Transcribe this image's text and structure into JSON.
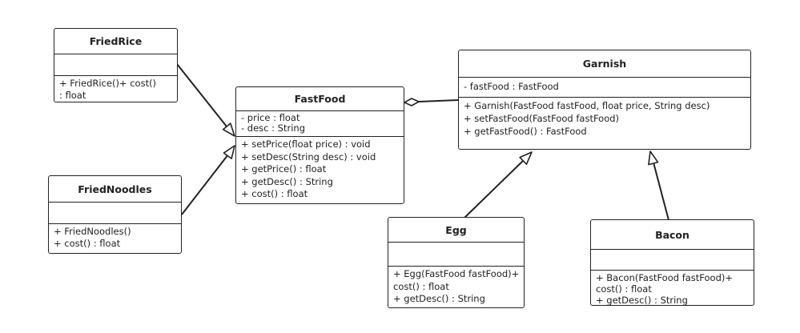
{
  "classes": {
    "friedrice": {
      "name": "FriedRice",
      "attributes": [],
      "methods": [
        "+ FriedRice()+ cost()",
        ": float"
      ]
    },
    "friednoodles": {
      "name": "FriedNoodles",
      "attributes": [],
      "methods": [
        "+ FriedNoodles()",
        "+ cost() : float"
      ]
    },
    "fastfood": {
      "name": "FastFood",
      "attributes": [
        "- price : float",
        "- desc : String"
      ],
      "methods": [
        "+ setPrice(float price) : void",
        "+ setDesc(String desc) : void",
        "+ getPrice() : float",
        "+ getDesc() : String",
        "+ cost() : float"
      ]
    },
    "garnish": {
      "name": "Garnish",
      "attributes": [
        "- fastFood : FastFood"
      ],
      "methods": [
        "+ Garnish(FastFood fastFood, float price, String desc)",
        "+ setFastFood(FastFood fastFood)",
        "+ getFastFood() : FastFood"
      ]
    },
    "egg": {
      "name": "Egg",
      "attributes": [],
      "methods": [
        "+ Egg(FastFood fastFood)+",
        "cost() : float",
        "+ getDesc() : String"
      ]
    },
    "bacon": {
      "name": "Bacon",
      "attributes": [],
      "methods": [
        "+ Bacon(FastFood fastFood)+",
        "cost() : float",
        "+ getDesc() : String"
      ]
    }
  },
  "relationships": [
    {
      "type": "generalization",
      "from": "FriedRice",
      "to": "FastFood"
    },
    {
      "type": "generalization",
      "from": "FriedNoodles",
      "to": "FastFood"
    },
    {
      "type": "aggregation",
      "from": "Garnish",
      "to": "FastFood"
    },
    {
      "type": "generalization",
      "from": "Egg",
      "to": "Garnish"
    },
    {
      "type": "generalization",
      "from": "Bacon",
      "to": "Garnish"
    }
  ],
  "colors": {
    "line": "#222222",
    "background": "#ffffff",
    "box_fill": "#ffffff"
  }
}
